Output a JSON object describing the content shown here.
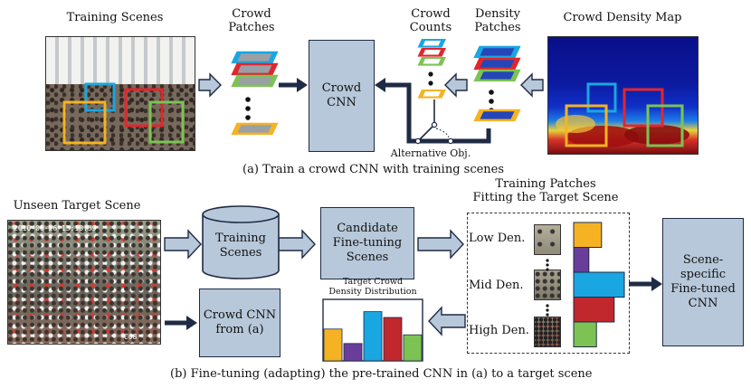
{
  "top": {
    "training_scenes": "Training Scenes",
    "crowd_patches": "Crowd\nPatches",
    "crowd_cnn": "Crowd\nCNN",
    "crowd_counts": "Crowd\nCounts",
    "density_patches": "Density\nPatches",
    "crowd_density_map": "Crowd Density Map",
    "alternative_obj": "Alternative Obj.",
    "caption": "(a) Train a crowd CNN with training scenes"
  },
  "bottom": {
    "unseen_target_scene": "Unseen Target Scene",
    "timestamp": "2010-06-26 15:18:39",
    "cam_label": "C08",
    "training_scenes": "Training\nScenes",
    "candidate": "Candidate\nFine-tuning\nScenes",
    "training_patches_title": "Training Patches\nFitting the Target Scene",
    "low_den": "Low Den.",
    "mid_den": "Mid Den.",
    "high_den": "High Den.",
    "crowd_cnn_from_a": "Crowd CNN\nfrom (a)",
    "target_distribution": "Target Crowd\nDensity Distribution",
    "scene_specific": "Scene-\nspecific\nFine-tuned\nCNN",
    "caption": "(b) Fine-tuning (adapting) the pre-trained CNN in (a) to a target scene"
  },
  "colors": {
    "box_fill": "#b7c8da",
    "navy": "#1f2a44",
    "orange": "#f5b324",
    "purple": "#6a3d9a",
    "blue": "#1aa6e0",
    "red": "#c0282d",
    "green": "#7cc353"
  },
  "chart_data": {
    "type": "bar",
    "title": "Target Crowd Density Distribution",
    "values": [
      0.55,
      0.3,
      0.85,
      0.75,
      0.45
    ],
    "colors": [
      "#f5b324",
      "#6a3d9a",
      "#1aa6e0",
      "#c0282d",
      "#7cc353"
    ]
  },
  "histogram_data": {
    "type": "bar",
    "orientation": "horizontal",
    "values": [
      0.55,
      0.3,
      1.0,
      0.8,
      0.45
    ],
    "colors": [
      "#f5b324",
      "#6a3d9a",
      "#1aa6e0",
      "#c0282d",
      "#7cc353"
    ]
  }
}
